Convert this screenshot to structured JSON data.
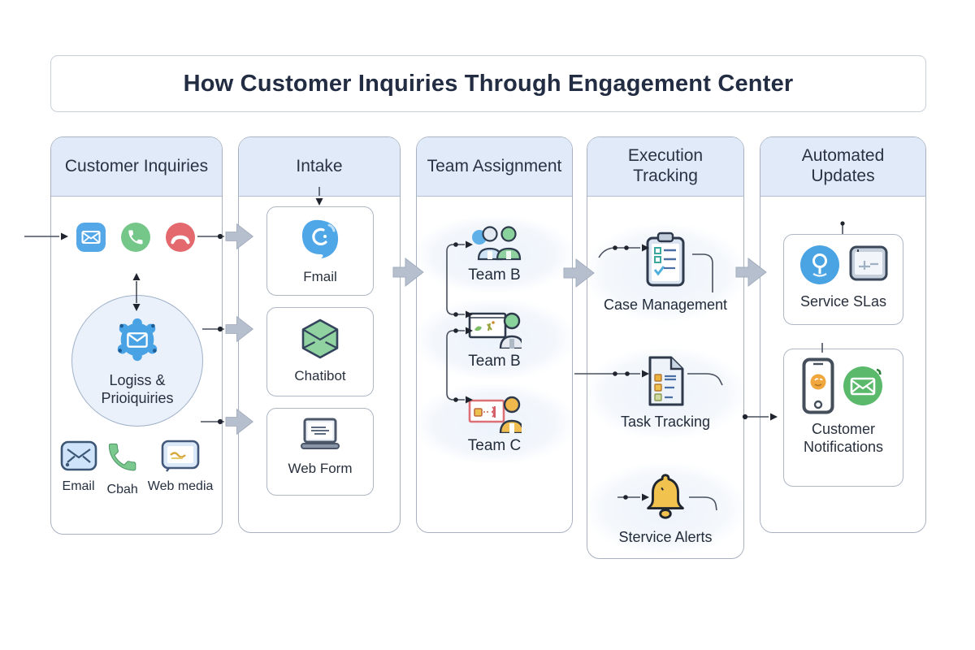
{
  "title": "How Customer Inquiries Through Engagement Center",
  "columns": {
    "inquiries": {
      "header": "Customer Inquiries",
      "channel_icons": [
        "mail-icon",
        "phone-icon",
        "phone-off-icon"
      ],
      "hub": {
        "icon": "gear-mail-icon",
        "label": "Logiss & Prioiquiries"
      },
      "channels": [
        {
          "icon": "email-outline-icon",
          "label": "Email"
        },
        {
          "icon": "phone-handset-icon",
          "label": "Cbah"
        },
        {
          "icon": "web-window-icon",
          "label": "Web media"
        }
      ]
    },
    "intake": {
      "header": "Intake",
      "cards": [
        {
          "icon": "chat-blob-icon",
          "label": "Fmail"
        },
        {
          "icon": "hex-envelope-icon",
          "label": "Chatibot"
        },
        {
          "icon": "laptop-icon",
          "label": "Web Form"
        }
      ]
    },
    "assignment": {
      "header": "Team Assignment",
      "teams": [
        {
          "icon": "people-group-icon",
          "label": "Team B"
        },
        {
          "icon": "screen-person-icon",
          "label": "Team B"
        },
        {
          "icon": "red-screen-person-icon",
          "label": "Team C"
        }
      ]
    },
    "tracking": {
      "header": "Execution Tracking",
      "items": [
        {
          "icon": "clipboard-checklist-icon",
          "label": "Case Management"
        },
        {
          "icon": "document-checklist-icon",
          "label": "Task Tracking"
        },
        {
          "icon": "bell-icon",
          "label": "Stervice Alerts"
        }
      ]
    },
    "updates": {
      "header": "Automated Updates",
      "cards": [
        {
          "icons": [
            "location-badge-icon",
            "monitor-icon"
          ],
          "label": "Service SLas"
        },
        {
          "icons": [
            "smartphone-icon",
            "mail-badge-green-icon"
          ],
          "label": "Customer Notifications"
        }
      ]
    }
  },
  "colors": {
    "header_bg": "#e0eaf9",
    "panel_border": "#a8b1bf",
    "fat_arrow": "#b6bfcd",
    "connector_line": "#49505e",
    "blue": "#4fa7e8",
    "green": "#74c487",
    "red": "#e4696e",
    "yellow": "#f2c24e",
    "text": "#28303f"
  }
}
